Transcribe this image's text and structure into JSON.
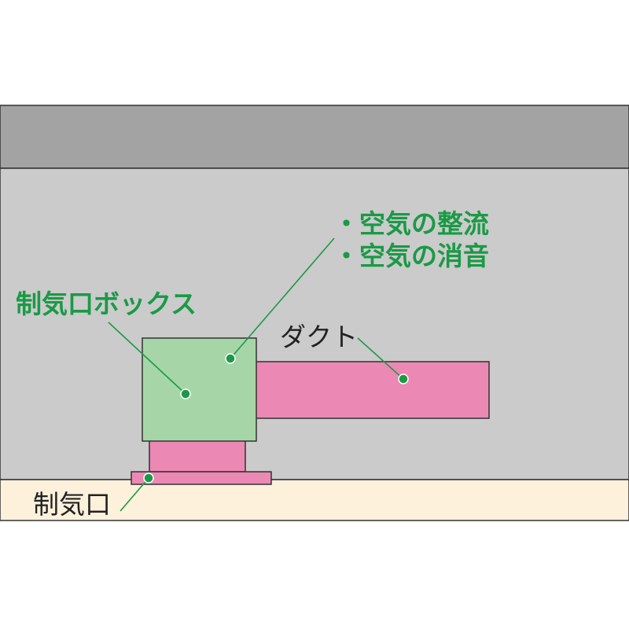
{
  "colors": {
    "ceiling_slab": "#a3a3a3",
    "ceiling_space": "#cbcbcb",
    "ceiling_board": "#fdf1dc",
    "outline": "#333333",
    "box_green": "#a6d6a8",
    "duct_pink": "#ec88b4",
    "accent_green": "#1a9a46",
    "text_black": "#222222"
  },
  "labels": {
    "function_1": "・空気の整流",
    "function_2": "・空気の消音",
    "box": "制気口ボックス",
    "duct": "ダクト",
    "outlet": "制気口"
  }
}
